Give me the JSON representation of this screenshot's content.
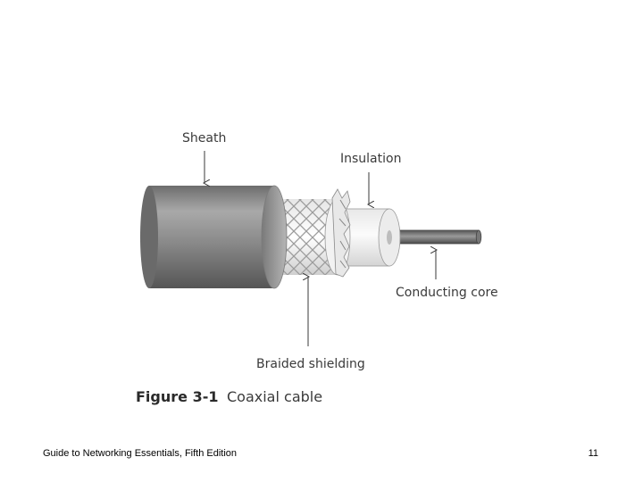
{
  "figure": {
    "labels": {
      "sheath": "Sheath",
      "insulation": "Insulation",
      "conducting_core": "Conducting core",
      "braided_shielding": "Braided shielding"
    },
    "caption_number": "Figure 3-1",
    "caption_text": "Coaxial cable"
  },
  "footer": {
    "title": "Guide to Networking Essentials, Fifth Edition",
    "page_number": "11"
  }
}
